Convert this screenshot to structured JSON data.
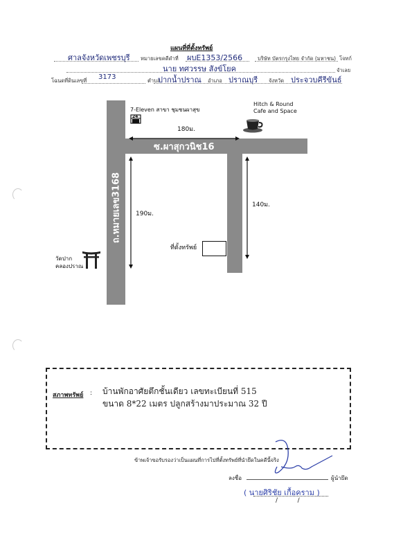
{
  "header": {
    "title": "แผนที่ที่ตั้งทรัพย์",
    "court": "ศาลจังหวัดเพชรบุรี",
    "black_case_label": "หมายเลขคดีดำที่",
    "black_case_value": "ผบE1353/2566",
    "plaintiff": "บริษัท บัตรกรุงไทย จำกัด (มหาชน)",
    "plaintiff_role": "โจทก์",
    "defendant": "นาย ทศวรรษ สังข์โยค",
    "defendant_role": "จำเลย",
    "deed_label": "โฉนดที่ดินเลขที่",
    "deed_value": "3173",
    "subdistrict_label": "ตำบล",
    "subdistrict_value": "ปากน้ำปราณ",
    "district_label": "อำเภอ",
    "district_value": "ปราณบุรี",
    "province_label": "จังหวัด",
    "province_value": "ประจวบคีรีขันธ์"
  },
  "map": {
    "road_horizontal": "ซ.ผาสุกวนิช16",
    "road_vertical": "ถ.หมายเลข3168",
    "seven_eleven": "7-Eleven สาขา ชุมชนผาสุข",
    "seven_eleven_badge": "24",
    "cafe": "Hitch & Round\nCafe and Space",
    "temple": "วัดปาก\nคลองปราณ",
    "dist_180": "180ม.",
    "dist_190": "190ม.",
    "dist_140": "140ม.",
    "property_label": "ที่ตั้งทรัพย์"
  },
  "property": {
    "label": "สภาพทรัพย์",
    "colon": ":",
    "line1": "บ้านพักอาศัยตึกชั้นเดียว เลขทะเบียนที่ 515",
    "line2": "ขนาด 8*22 เมตร ปลูกสร้างมาประมาณ 32 ปี"
  },
  "footer": {
    "certify": "ข้าพเจ้าขอรับรองว่าเป็นแผนที่การไปที่ตั้งทรัพย์ที่นำยึดในคดีนี้จริง",
    "sign_label": "ลงชื่อ",
    "sign_role": "ผู้นำยึด",
    "signer_name": "( นายศิริชัย เกื้อคราม )",
    "slashes": "/          /"
  }
}
